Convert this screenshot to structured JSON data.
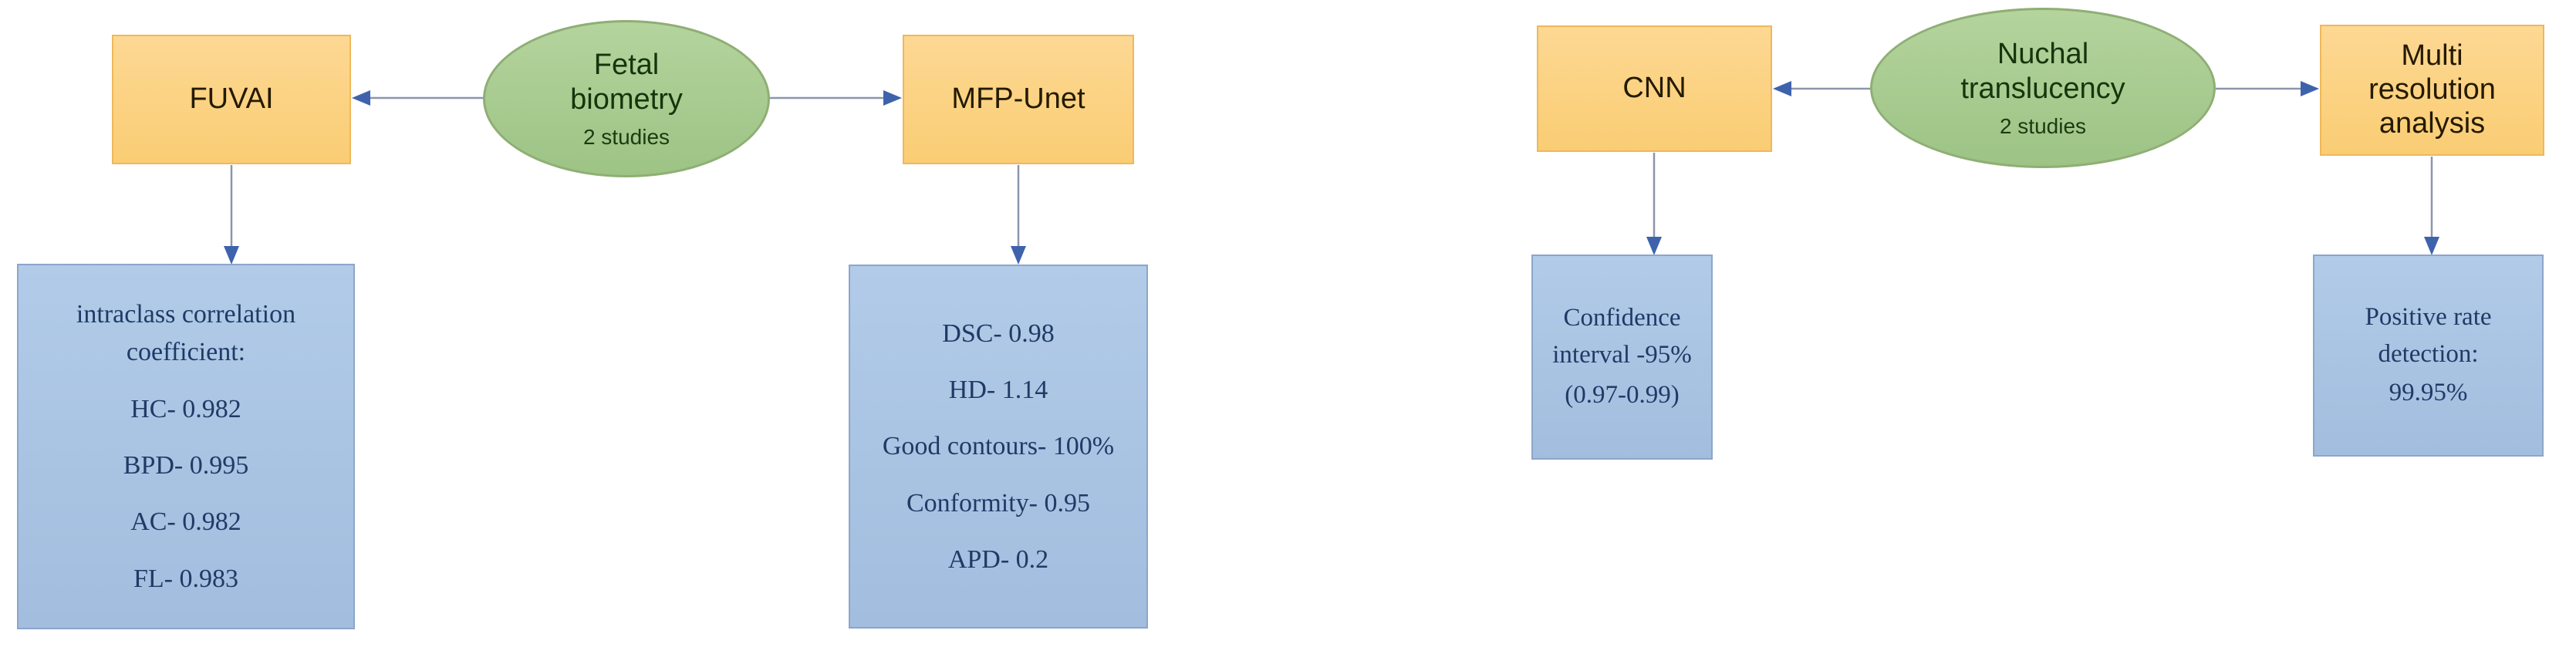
{
  "figure": {
    "type": "flow-diagram",
    "background": "#ffffff",
    "colors": {
      "method_node_fill": "#FACD74",
      "method_node_border": "#EFB85B",
      "topic_ellipse_fill": "#A9CC92",
      "topic_ellipse_border": "#8FAE75",
      "result_box_fill": "#A9C6E4",
      "result_box_border": "#8CA6C9",
      "connector_line": "#8A96AC",
      "arrowhead": "#3E63AC",
      "method_text": "#241A00",
      "topic_text": "#17350C",
      "result_text": "#1F3A66"
    }
  },
  "clusters": [
    {
      "name": "fetal-biometry",
      "topic": {
        "title": "Fetal biometry",
        "subtitle": "2 studies"
      },
      "method_left": {
        "label": "FUVAI"
      },
      "method_right": {
        "label": "MFP-Unet"
      },
      "result_left": {
        "lines": [
          "intraclass correlation coefficient:",
          "HC- 0.982",
          "BPD- 0.995",
          "AC- 0.982",
          "FL- 0.983"
        ]
      },
      "result_right": {
        "lines": [
          "DSC- 0.98",
          "HD- 1.14",
          "Good contours- 100%",
          "Conformity- 0.95",
          "APD- 0.2"
        ]
      }
    },
    {
      "name": "nuchal-translucency",
      "topic": {
        "title": "Nuchal translucency",
        "subtitle": "2 studies"
      },
      "method_left": {
        "label": "CNN"
      },
      "method_right": {
        "label": "Multi resolution analysis"
      },
      "result_left": {
        "lines": [
          "Confidence interval -95%",
          "(0.97-0.99)"
        ]
      },
      "result_right": {
        "lines": [
          "Positive rate detection:",
          "99.95%"
        ]
      }
    }
  ]
}
